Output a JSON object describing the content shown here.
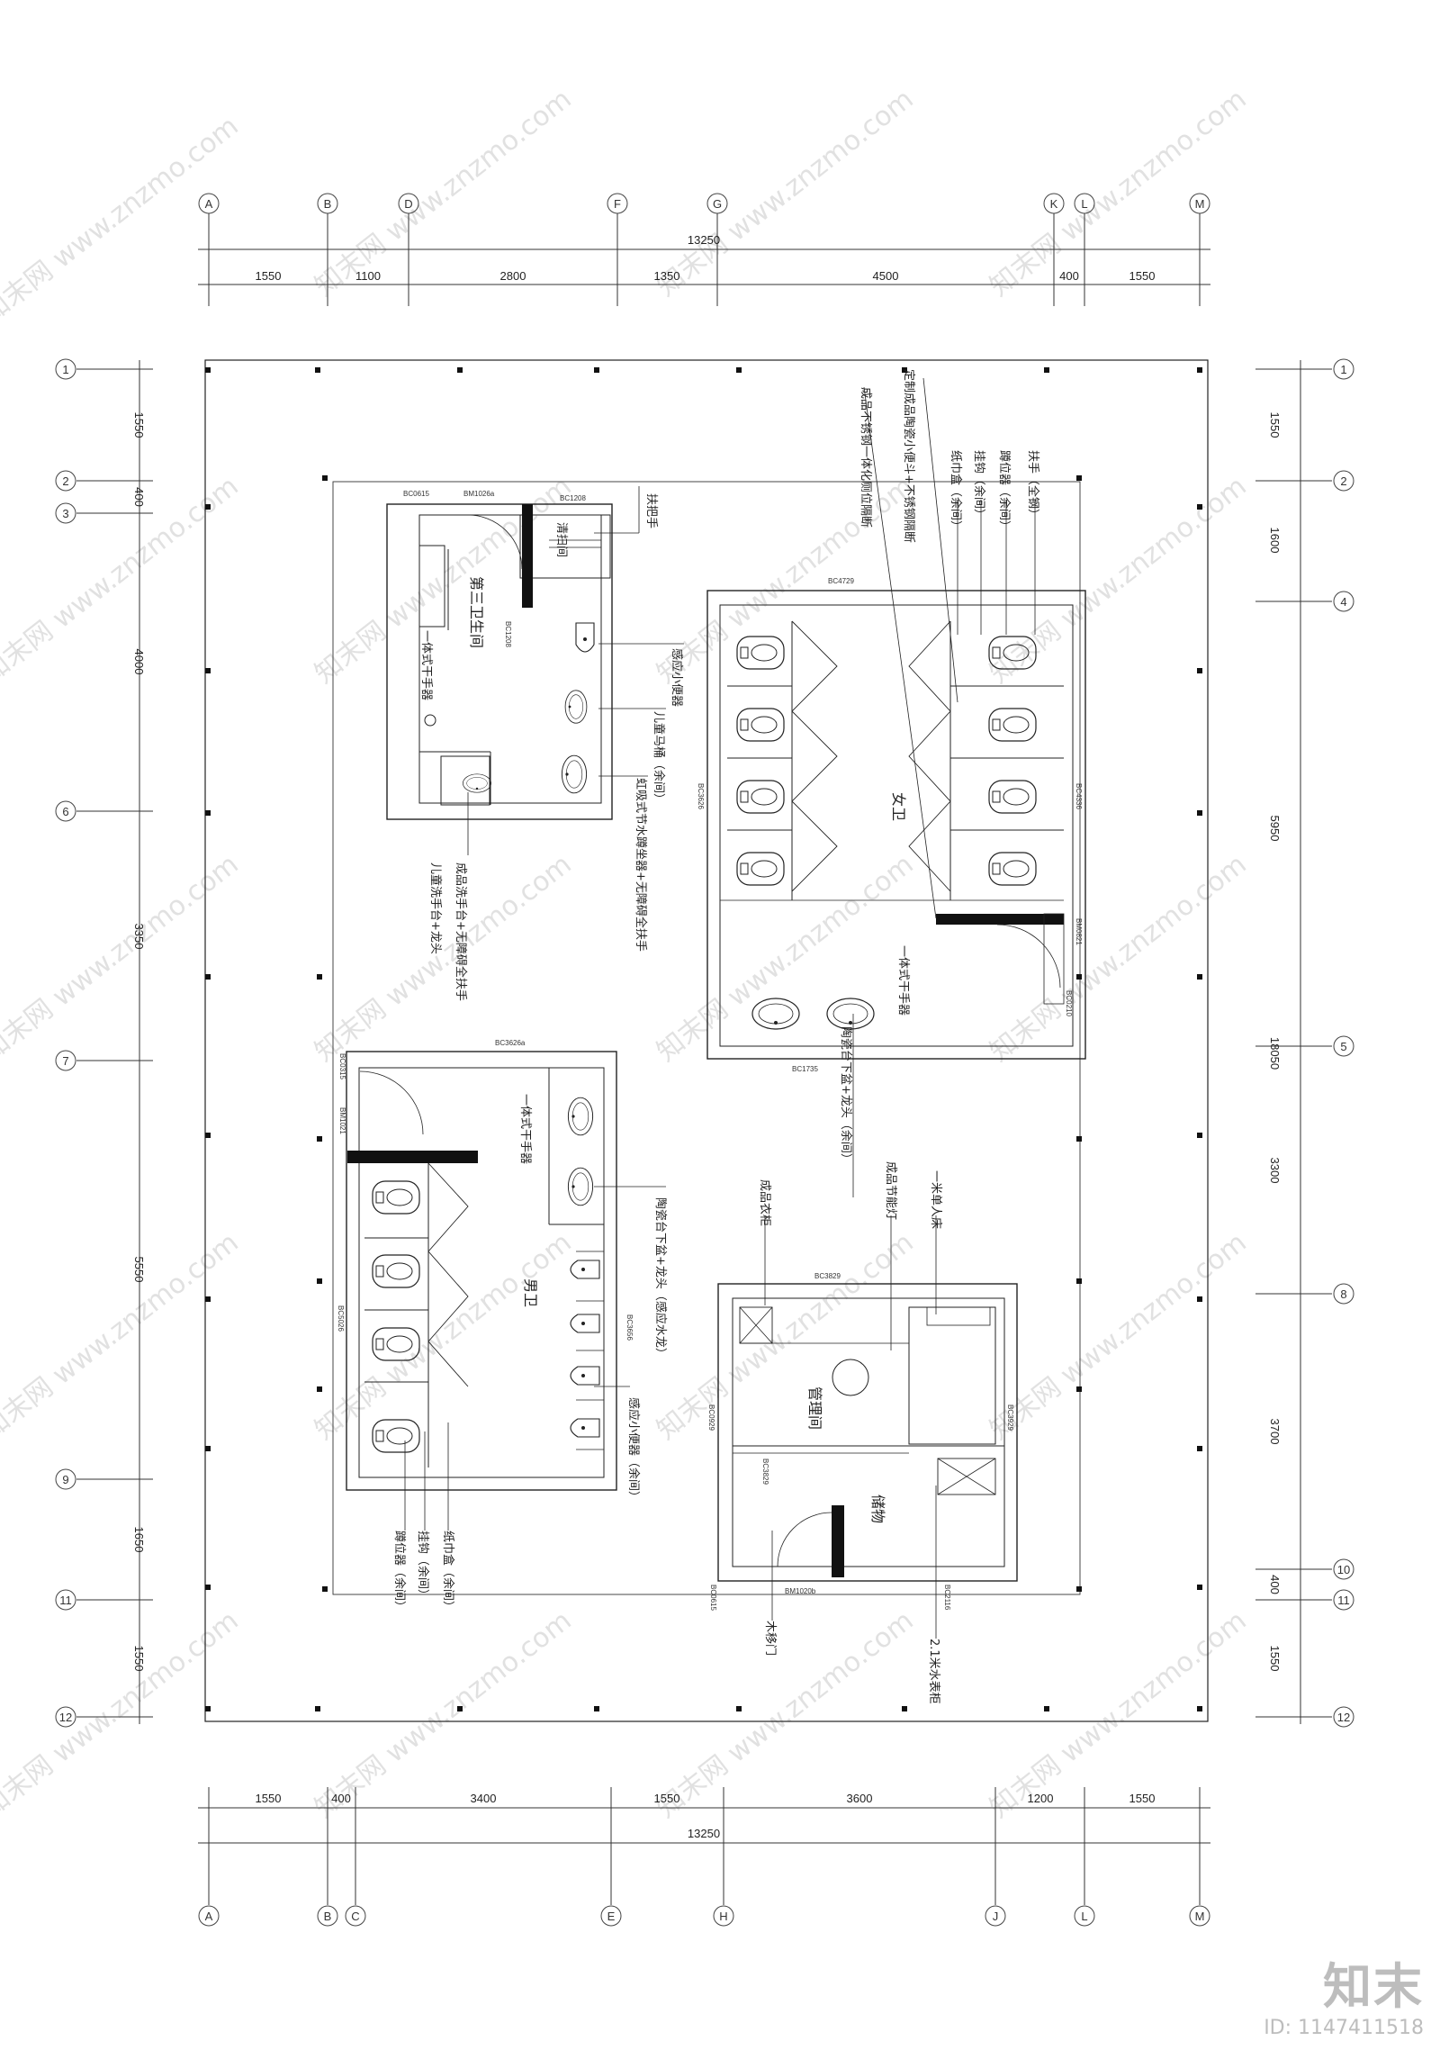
{
  "axes_top": [
    "A",
    "B",
    "D",
    "F",
    "G",
    "K",
    "L",
    "M"
  ],
  "axes_bottom": [
    "A",
    "B",
    "C",
    "E",
    "H",
    "J",
    "L",
    "M"
  ],
  "axes_rows": [
    "1",
    "2",
    "3",
    "4",
    "6",
    "7",
    "5",
    "8",
    "9",
    "10",
    "11",
    "12"
  ],
  "dims": {
    "top_total": "13250",
    "top_segments": [
      "1550",
      "1100",
      "2800",
      "1350",
      "4500",
      "400",
      "1550"
    ],
    "bottom_total": "13250",
    "bottom_segments": [
      "1550",
      "400",
      "3400",
      "1550",
      "3600",
      "1200",
      "1550"
    ],
    "left_segments": [
      "1550",
      "400",
      "4000",
      "3350",
      "5550",
      "1650",
      "1550"
    ],
    "right_segments": [
      "1550",
      "1600",
      "5950",
      "18050",
      "3300",
      "3700",
      "400",
      "1550"
    ]
  },
  "rooms": {
    "third_wc": "第三卫生间",
    "womens": "女卫",
    "mens": "男卫",
    "mgmt": "管理间",
    "storage": "储物"
  },
  "door_tags": {
    "t1": "BC0615",
    "t2": "BM1026a",
    "t3": "BC1208",
    "t4": "BC1208",
    "t5": "BC4729",
    "t6": "BC3626",
    "t7": "BC4336",
    "t8": "BM0821",
    "t9": "BC0210",
    "t10": "BC1735",
    "t11": "BC3626a",
    "t12": "BC0315",
    "t13": "BM1021",
    "t14": "BC3656",
    "t15": "BC5026",
    "t16": "BC3829",
    "t17": "BC0929",
    "t18": "BC3929",
    "t19": "BC3829",
    "t20": "BC0615",
    "t21": "BM1020b",
    "t22": "BC2116"
  },
  "annotations": {
    "a1": "扶把手",
    "a2": "感应小便器",
    "a3": "儿童马桶（余间）",
    "a4": "虹吸式节水蹲坐器+无障碍全扶手",
    "a5": "成品洗手台+无障碍全扶手",
    "a6": "儿童洗手台+龙头",
    "a7": "一体式干手器",
    "a8": "定制成品陶瓷小便斗+不锈钢隔断",
    "a9": "成品不锈钢一体化厕位隔断",
    "a10": "扶手（全钢）",
    "a11": "蹲位器（余间）",
    "a12": "挂钩（余间）",
    "a13": "纸巾盒（余间）",
    "a14": "一体式干手器",
    "a15": "陶瓷台下盆+龙头（余间）",
    "a16": "一体式干手器",
    "a17": "陶瓷台下盆+龙头（感应水龙）",
    "a18": "感应小便器（余间）",
    "a19": "纸巾盒（余间）",
    "a20": "挂钩（余间）",
    "a21": "蹲位器（余间）",
    "a22": "成品衣柜",
    "a23": "成品节能灯",
    "a24": "一米单人床",
    "a25": "木移门",
    "a26": "2.1米水表柜",
    "a27": "清扫间"
  },
  "watermark": "知末网 www.znzmo.com",
  "brand": {
    "logo": "知末",
    "id": "ID: 1147411518"
  }
}
